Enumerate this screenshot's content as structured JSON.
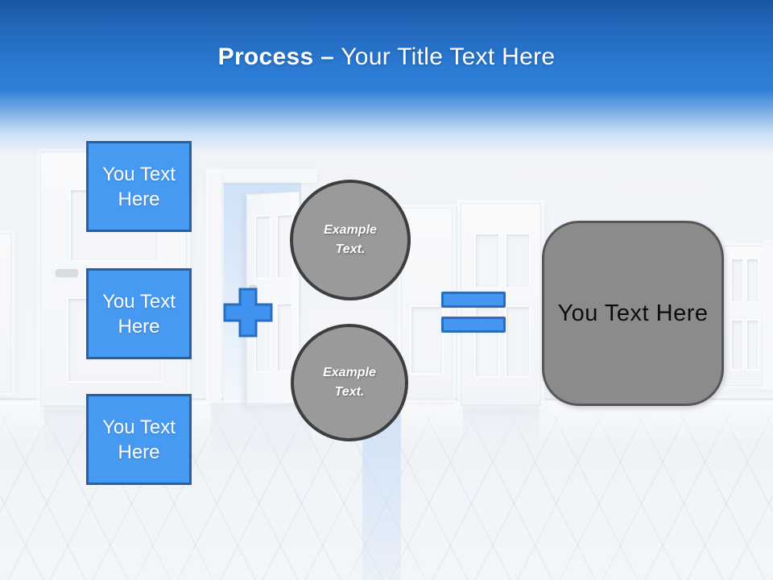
{
  "slide": {
    "title": {
      "bold_part": "Process –",
      "regular_part": "Your Title Text Here"
    },
    "input_boxes": [
      {
        "label": "You Text Here"
      },
      {
        "label": "You Text Here"
      },
      {
        "label": "You Text Here"
      }
    ],
    "example_circles": [
      {
        "label": "Example Text."
      },
      {
        "label": "Example Text."
      }
    ],
    "result_box": {
      "label": "You Text Here"
    },
    "operators": {
      "plus": "plus-icon",
      "equals": "equals-icon"
    },
    "background": {
      "description": "hallway of white doors, one open door with blue light"
    },
    "colors": {
      "accent-blue": "#479AF1",
      "accent-blue-border": "#2B5F9E",
      "operator-blue": "#3F92EE",
      "operator-border": "#2A6CC0",
      "circle-gray": "#9A9A9A",
      "circle-border": "#3E3E3E",
      "result-gray": "#8B8B8B",
      "result-border": "#575757",
      "header-top": "#1A56A3",
      "header-mid": "#2E7FD8"
    }
  }
}
